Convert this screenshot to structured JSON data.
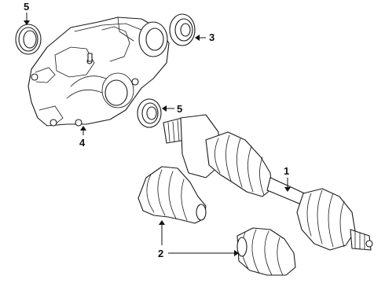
{
  "diagram": {
    "callouts": {
      "c1": "1",
      "c2": "2",
      "c3": "3",
      "c4": "4",
      "c5_top": "5",
      "c5_mid": "5"
    }
  }
}
